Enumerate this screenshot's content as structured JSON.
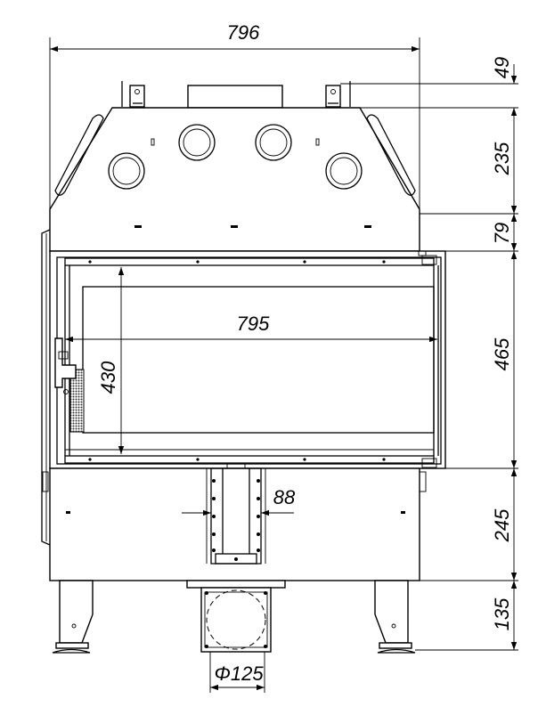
{
  "dimensions": {
    "overall_width": "796",
    "glass_width": "795",
    "glass_height": "430",
    "bracket_height": "49",
    "hood_height": "235",
    "hood_base_height": "79",
    "door_height": "465",
    "lower_body_height": "245",
    "leg_height": "135",
    "flange_width": "88",
    "flue_diameter": "Φ125"
  }
}
